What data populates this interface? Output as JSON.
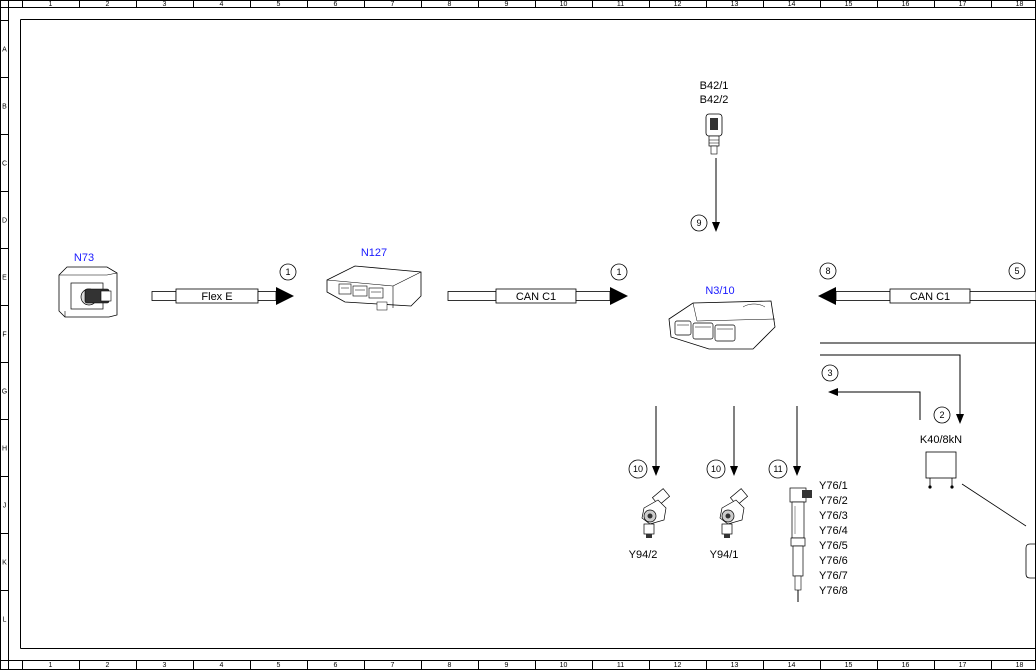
{
  "frame": {
    "columns": [
      "1",
      "2",
      "3",
      "4",
      "5",
      "6",
      "7",
      "8",
      "9",
      "10",
      "11",
      "12",
      "13",
      "14",
      "15",
      "16",
      "17",
      "18"
    ],
    "rows": [
      "A",
      "B",
      "C",
      "D",
      "E",
      "F",
      "G",
      "H",
      "J",
      "K",
      "L"
    ]
  },
  "components": {
    "n73": "N73",
    "n127": "N127",
    "n3_10": "N3/10",
    "b42": [
      "B42/1",
      "B42/2"
    ],
    "k40": "K40/8kN",
    "y94_2": "Y94/2",
    "y94_1": "Y94/1",
    "y76": [
      "Y76/1",
      "Y76/2",
      "Y76/3",
      "Y76/4",
      "Y76/5",
      "Y76/6",
      "Y76/7",
      "Y76/8"
    ]
  },
  "buses": {
    "flex_e": "Flex E",
    "can_c1_left": "CAN C1",
    "can_c1_right": "CAN C1"
  },
  "circle_numbers": {
    "n1a": "1",
    "n1b": "1",
    "n8": "8",
    "n5": "5",
    "n9": "9",
    "n3": "3",
    "n2": "2",
    "n10a": "10",
    "n10b": "10",
    "n11": "11"
  },
  "colors": {
    "component_label": "#1a1aff",
    "line": "#000000"
  }
}
